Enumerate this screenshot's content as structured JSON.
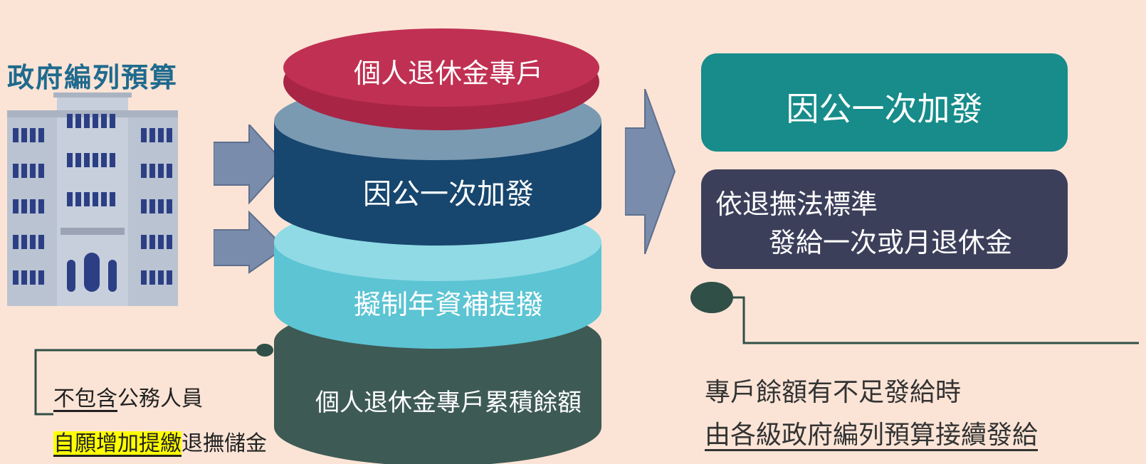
{
  "gov_title": "政府編列預算",
  "cylinder": {
    "top_label": "個人退休金專戶",
    "layer_mid1": "因公一次加發",
    "layer_mid2": "擬制年資補提撥",
    "layer_bottom": "個人退休金專戶累積餘額"
  },
  "outcomes": {
    "box1": "因公一次加發",
    "box2_line1": "依退撫法標準",
    "box2_line2": "發給一次或月退休金"
  },
  "note_left": {
    "line1_underlined": "不包含",
    "line1_rest": "公務人員",
    "line2_highlight": "自願增加提繳",
    "line2_rest": "退撫儲金"
  },
  "note_right": {
    "line1": "專戶餘額有不足發給時",
    "line2": "由各級政府編列預算接續發給"
  },
  "colors": {
    "background": "#fbe4d6",
    "top_layer": "#c03052",
    "mid1_layer": "#17466e",
    "mid2_layer": "#5cc4d3",
    "bottom_layer": "#3e5a55",
    "box1": "#178c8a",
    "box2": "#3c3f5a",
    "arrow": "#7a8cab",
    "connector": "#2f4f47"
  }
}
